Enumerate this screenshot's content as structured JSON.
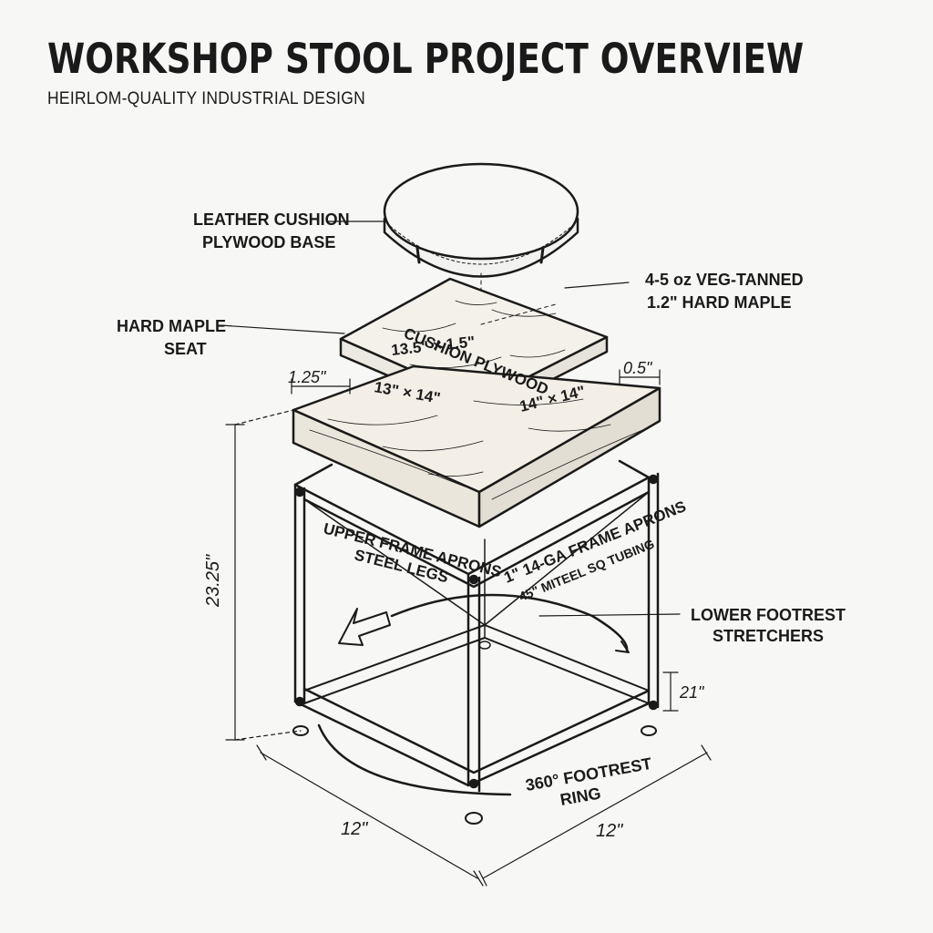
{
  "header": {
    "title": "WORKSHOP STOOL PROJECT OVERVIEW",
    "subtitle": "HEIRLOM-QUALITY INDUSTRIAL DESIGN"
  },
  "callouts": {
    "cushion_line1": "LEATHER CUSHION",
    "cushion_line2": "PLYWOOD BASE",
    "leather_line1": "4-5 oz VEG-TANNED",
    "leather_line2": "1.2\" HARD MAPLE",
    "seat_line1": "HARD MAPLE",
    "seat_line2": "SEAT",
    "footrest_line1": "LOWER FOOTREST",
    "footrest_line2": "STRETCHERS",
    "ring_line1": "360° FOOTREST",
    "ring_line2": "RING"
  },
  "part_labels": {
    "plywood_line1": "CUSHION PLYWOOD",
    "plywood_line2": "13.5\" × 1.5\"",
    "seat_size_a": "13\" × 14\"",
    "seat_size_b": "14\" × 14\"",
    "upper_line1": "UPPER FRAME APRONS",
    "upper_line2": "STEEL LEGS",
    "tubing_line1": "1\" 14-GA FRAME APRONS",
    "tubing_line2": "45\" MITEEL SQ TUBING"
  },
  "dimensions": {
    "seat_thickness": "1.25\"",
    "plywood_thickness": "0.5\"",
    "overall_height": "23.25\"",
    "footrest_height": "21\"",
    "depth": "12\"",
    "width": "12\""
  }
}
